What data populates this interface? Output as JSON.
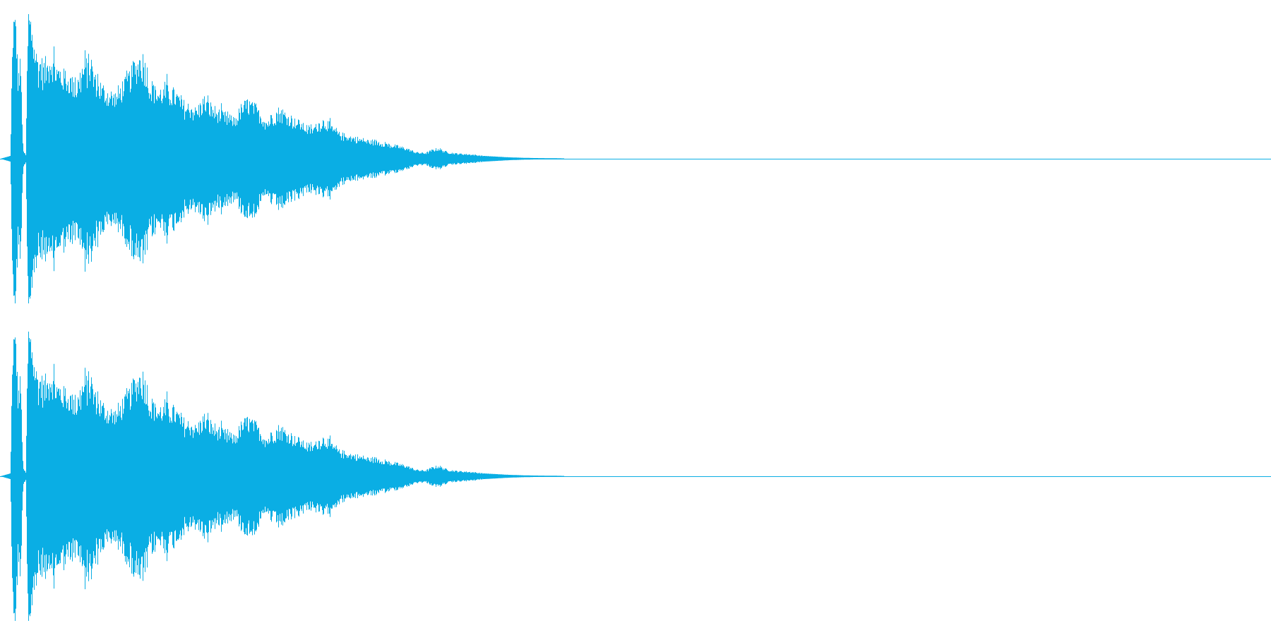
{
  "waveform": {
    "color": "#0aaee4",
    "background": "#ffffff",
    "channels": [
      {
        "name": "channel-1"
      },
      {
        "name": "channel-2"
      }
    ],
    "envelope": {
      "description_free": true,
      "points": [
        [
          0.0,
          0.0
        ],
        [
          0.008,
          0.02
        ],
        [
          0.01,
          0.95
        ],
        [
          0.011,
          0.9
        ],
        [
          0.012,
          0.98
        ],
        [
          0.014,
          0.55
        ],
        [
          0.016,
          0.65
        ],
        [
          0.018,
          0.05
        ],
        [
          0.02,
          0.03
        ],
        [
          0.022,
          1.0
        ],
        [
          0.024,
          0.92
        ],
        [
          0.026,
          0.8
        ],
        [
          0.03,
          0.65
        ],
        [
          0.035,
          0.62
        ],
        [
          0.04,
          0.7
        ],
        [
          0.045,
          0.6
        ],
        [
          0.05,
          0.58
        ],
        [
          0.055,
          0.55
        ],
        [
          0.06,
          0.5
        ],
        [
          0.065,
          0.62
        ],
        [
          0.07,
          0.65
        ],
        [
          0.075,
          0.55
        ],
        [
          0.08,
          0.48
        ],
        [
          0.085,
          0.45
        ],
        [
          0.09,
          0.42
        ],
        [
          0.095,
          0.48
        ],
        [
          0.1,
          0.55
        ],
        [
          0.105,
          0.62
        ],
        [
          0.11,
          0.7
        ],
        [
          0.114,
          0.65
        ],
        [
          0.118,
          0.5
        ],
        [
          0.125,
          0.45
        ],
        [
          0.13,
          0.48
        ],
        [
          0.135,
          0.46
        ],
        [
          0.14,
          0.42
        ],
        [
          0.145,
          0.36
        ],
        [
          0.15,
          0.35
        ],
        [
          0.155,
          0.33
        ],
        [
          0.16,
          0.4
        ],
        [
          0.165,
          0.36
        ],
        [
          0.17,
          0.32
        ],
        [
          0.175,
          0.3
        ],
        [
          0.18,
          0.28
        ],
        [
          0.185,
          0.27
        ],
        [
          0.19,
          0.35
        ],
        [
          0.195,
          0.38
        ],
        [
          0.2,
          0.36
        ],
        [
          0.205,
          0.3
        ],
        [
          0.21,
          0.25
        ],
        [
          0.215,
          0.3
        ],
        [
          0.22,
          0.33
        ],
        [
          0.225,
          0.3
        ],
        [
          0.23,
          0.27
        ],
        [
          0.235,
          0.25
        ],
        [
          0.24,
          0.22
        ],
        [
          0.245,
          0.2
        ],
        [
          0.25,
          0.24
        ],
        [
          0.255,
          0.26
        ],
        [
          0.26,
          0.22
        ],
        [
          0.265,
          0.18
        ],
        [
          0.27,
          0.16
        ],
        [
          0.275,
          0.15
        ],
        [
          0.28,
          0.14
        ],
        [
          0.285,
          0.13
        ],
        [
          0.29,
          0.12
        ],
        [
          0.295,
          0.12
        ],
        [
          0.3,
          0.11
        ],
        [
          0.305,
          0.1
        ],
        [
          0.31,
          0.09
        ],
        [
          0.315,
          0.08
        ],
        [
          0.32,
          0.07
        ],
        [
          0.325,
          0.05
        ],
        [
          0.33,
          0.04
        ],
        [
          0.335,
          0.04
        ],
        [
          0.34,
          0.06
        ],
        [
          0.345,
          0.07
        ],
        [
          0.35,
          0.05
        ],
        [
          0.355,
          0.04
        ],
        [
          0.36,
          0.035
        ],
        [
          0.37,
          0.03
        ],
        [
          0.38,
          0.02
        ],
        [
          0.39,
          0.015
        ],
        [
          0.4,
          0.01
        ],
        [
          0.41,
          0.007
        ],
        [
          0.42,
          0.005
        ],
        [
          0.44,
          0.003
        ],
        [
          0.46,
          0.0
        ],
        [
          1.0,
          0.0
        ]
      ]
    }
  }
}
